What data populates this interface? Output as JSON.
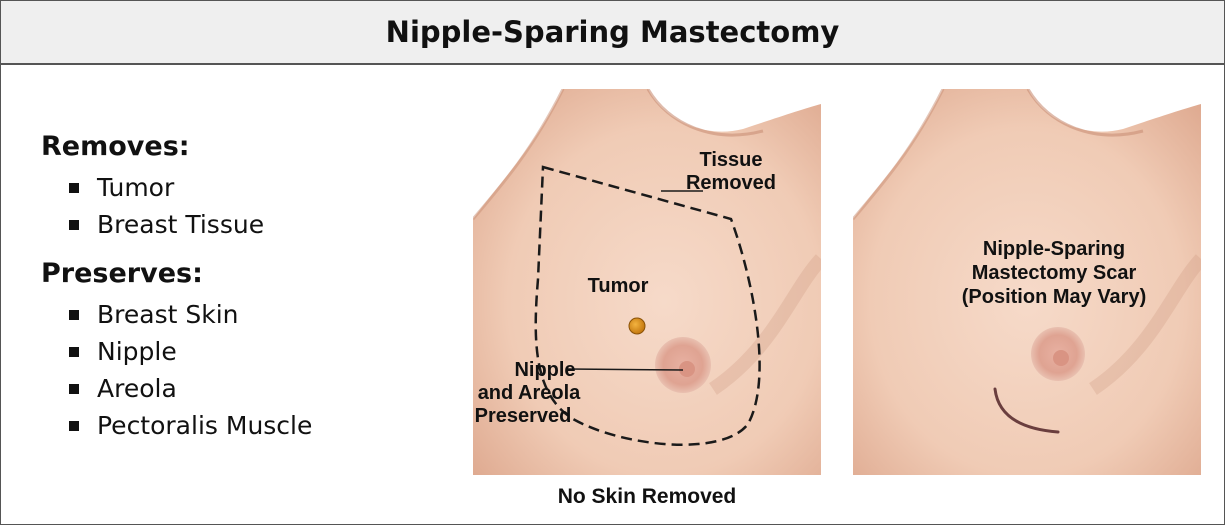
{
  "title": "Nipple-Sparing Mastectomy",
  "removes": {
    "heading": "Removes:",
    "items": [
      "Tumor",
      "Breast Tissue"
    ]
  },
  "preserves": {
    "heading": "Preserves:",
    "items": [
      "Breast Skin",
      "Nipple",
      "Areola",
      "Pectoralis Muscle"
    ]
  },
  "left_image": {
    "label_tissue_line1": "Tissue",
    "label_tissue_line2": "Removed",
    "label_tumor": "Tumor",
    "label_nipple_line1": "Nipple",
    "label_nipple_line2": "and Areola",
    "label_nipple_line3": "Preserved",
    "caption": "No Skin Removed"
  },
  "right_image": {
    "label_line1": "Nipple-Sparing",
    "label_line2": "Mastectomy Scar",
    "label_line3": "(Position May Vary)"
  },
  "colors": {
    "skin": "#f1cdb8",
    "skin_shadow": "#d9a88f",
    "areola": "#e2a897",
    "tumor": "#d98b1c",
    "header_bg": "#efefef"
  }
}
